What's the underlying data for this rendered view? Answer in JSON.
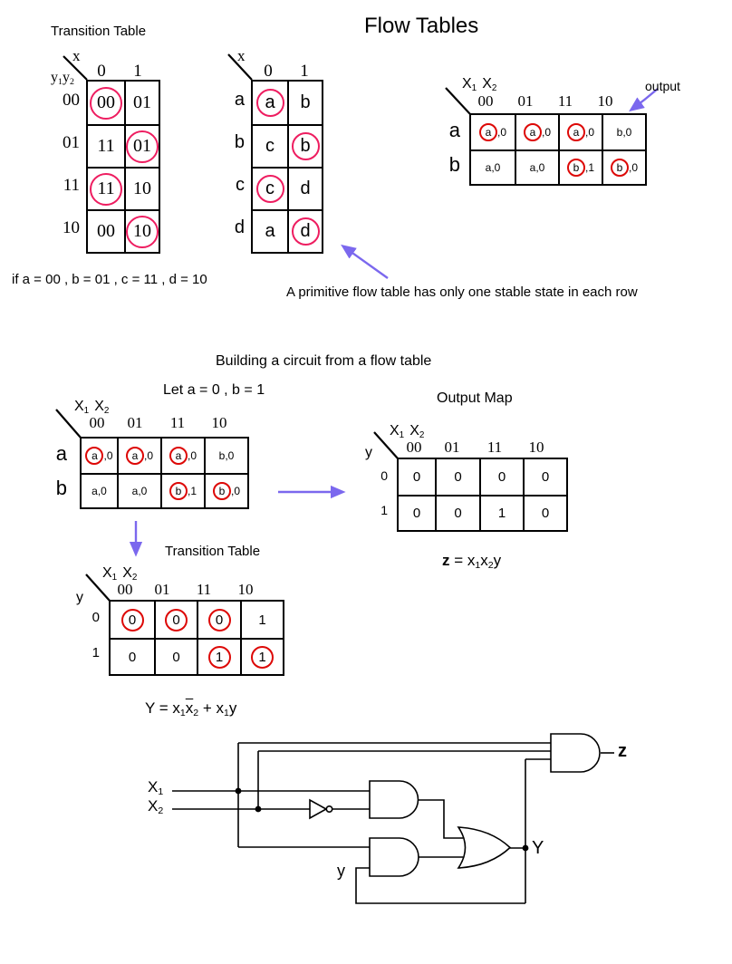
{
  "colors": {
    "circle_pink": "#ee1d60",
    "circle_red": "#dd0806",
    "arrow_purple": "#7b68ee",
    "ink": "#000000",
    "background": "#ffffff"
  },
  "titles": {
    "transition_table": "Transition Table",
    "flow_tables": "Flow Tables",
    "building": "Building a circuit from a flow table",
    "output_map": "Output Map",
    "transition_table2": "Transition Table"
  },
  "notes": {
    "if_line": "if a = 00 , b = 01 , c = 11 , d = 10",
    "primitive": "A primitive flow table has only one stable state in each row",
    "let_line": "Let a = 0 , b = 1",
    "output": "output"
  },
  "sym": {
    "x": "x",
    "X": "X",
    "y": "y",
    "one": "1",
    "two": "2"
  },
  "t1": {
    "corner": "x",
    "cols": [
      "0",
      "1"
    ],
    "rows": [
      "00",
      "01",
      "11",
      "10"
    ],
    "cells": [
      [
        {
          "v": "00",
          "circled": true
        },
        {
          "v": "01",
          "circled": false
        }
      ],
      [
        {
          "v": "11",
          "circled": false
        },
        {
          "v": "01",
          "circled": true
        }
      ],
      [
        {
          "v": "11",
          "circled": true
        },
        {
          "v": "10",
          "circled": false
        }
      ],
      [
        {
          "v": "00",
          "circled": false
        },
        {
          "v": "10",
          "circled": true
        }
      ]
    ]
  },
  "t2": {
    "corner": "x",
    "cols": [
      "0",
      "1"
    ],
    "rows": [
      "a",
      "b",
      "c",
      "d"
    ],
    "cells": [
      [
        {
          "v": "a",
          "circled": true
        },
        {
          "v": "b",
          "circled": false
        }
      ],
      [
        {
          "v": "c",
          "circled": false
        },
        {
          "v": "b",
          "circled": true
        }
      ],
      [
        {
          "v": "c",
          "circled": true
        },
        {
          "v": "d",
          "circled": false
        }
      ],
      [
        {
          "v": "a",
          "circled": false
        },
        {
          "v": "d",
          "circled": true
        }
      ]
    ]
  },
  "t3": {
    "cols": [
      "00",
      "01",
      "11",
      "10"
    ],
    "rows": [
      "a",
      "b"
    ],
    "cells": [
      [
        {
          "s": "a",
          "o": ",0",
          "circled": true
        },
        {
          "s": "a",
          "o": ",0",
          "circled": true
        },
        {
          "s": "a",
          "o": ",0",
          "circled": true
        },
        {
          "s": "b",
          "o": " ,0",
          "circled": false
        }
      ],
      [
        {
          "s": "a",
          "o": " ,0",
          "circled": false
        },
        {
          "s": "a",
          "o": " ,0",
          "circled": false
        },
        {
          "s": "b",
          "o": ",1",
          "circled": true
        },
        {
          "s": "b",
          "o": ",0",
          "circled": true
        }
      ]
    ]
  },
  "t4": {
    "cols": [
      "00",
      "01",
      "11",
      "10"
    ],
    "rows": [
      "a",
      "b"
    ],
    "cells": [
      [
        {
          "s": "a",
          "o": ",0",
          "circled": true
        },
        {
          "s": "a",
          "o": ",0",
          "circled": true
        },
        {
          "s": "a",
          "o": ",0",
          "circled": true
        },
        {
          "s": "b",
          "o": " ,0",
          "circled": false
        }
      ],
      [
        {
          "s": "a",
          "o": " ,0",
          "circled": false
        },
        {
          "s": "a",
          "o": " ,0",
          "circled": false
        },
        {
          "s": "b",
          "o": ",1",
          "circled": true
        },
        {
          "s": "b",
          "o": ",0",
          "circled": true
        }
      ]
    ]
  },
  "map": {
    "ylabel": "y",
    "cols": [
      "00",
      "01",
      "11",
      "10"
    ],
    "rows": [
      "0",
      "1"
    ],
    "cells": [
      [
        "0",
        "0",
        "0",
        "0"
      ],
      [
        "0",
        "0",
        "1",
        "0"
      ]
    ]
  },
  "t5": {
    "ylabel": "y",
    "cols": [
      "00",
      "01",
      "11",
      "10"
    ],
    "rows": [
      "0",
      "1"
    ],
    "cells": [
      [
        {
          "v": "0",
          "circled": true
        },
        {
          "v": "0",
          "circled": true
        },
        {
          "v": "0",
          "circled": true
        },
        {
          "v": "1",
          "circled": false
        }
      ],
      [
        {
          "v": "0",
          "circled": false
        },
        {
          "v": "0",
          "circled": false
        },
        {
          "v": "1",
          "circled": true
        },
        {
          "v": "1",
          "circled": true
        }
      ]
    ]
  },
  "formula_z": {
    "lhs": "z",
    "eq": " = x",
    "x": "x",
    "y": "y"
  },
  "formula_Y": {
    "pre": "Y = x",
    "xbar": "x",
    "plus": " + x",
    "y": "y"
  },
  "circuit": {
    "x_base": "X",
    "y": "y",
    "Y": "Y",
    "z": "z"
  }
}
